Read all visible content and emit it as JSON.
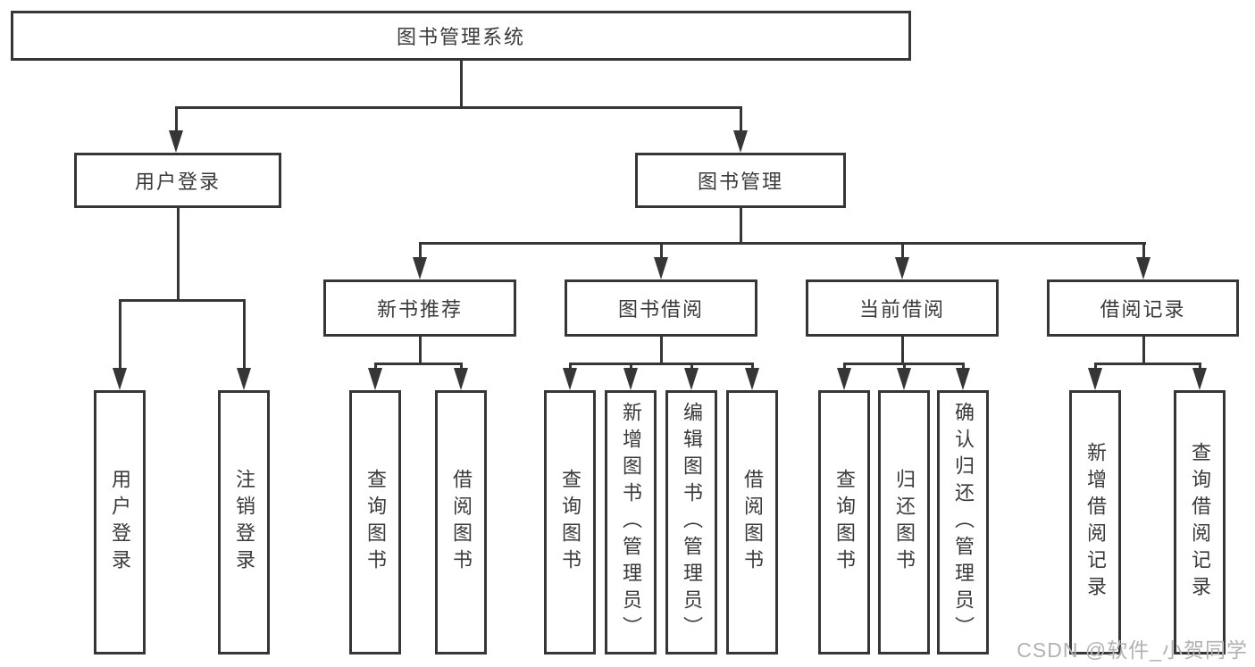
{
  "diagram_type": "hierarchy-tree",
  "colors": {
    "line": "#363636",
    "text": "#3a3a3a",
    "box_fill": "#ffffff",
    "background": "#ffffff",
    "watermark": "#b2b2b2"
  },
  "watermark": {
    "text": "CSDN @软件_小贺同学"
  },
  "tree": {
    "label": "图书管理系统",
    "children": [
      {
        "label": "用户登录",
        "children": [
          {
            "label": "用户登录"
          },
          {
            "label": "注销登录"
          }
        ]
      },
      {
        "label": "图书管理",
        "children": [
          {
            "label": "新书推荐",
            "children": [
              {
                "label": "查询图书"
              },
              {
                "label": "借阅图书"
              }
            ]
          },
          {
            "label": "图书借阅",
            "children": [
              {
                "label": "查询图书"
              },
              {
                "label": "新增图书（管理员）"
              },
              {
                "label": "编辑图书（管理员）"
              },
              {
                "label": "借阅图书"
              }
            ]
          },
          {
            "label": "当前借阅",
            "children": [
              {
                "label": "查询图书"
              },
              {
                "label": "归还图书"
              },
              {
                "label": "确认归还（管理员）"
              }
            ]
          },
          {
            "label": "借阅记录",
            "children": [
              {
                "label": "新增借阅记录"
              },
              {
                "label": "查询借阅记录"
              }
            ]
          }
        ]
      }
    ]
  }
}
